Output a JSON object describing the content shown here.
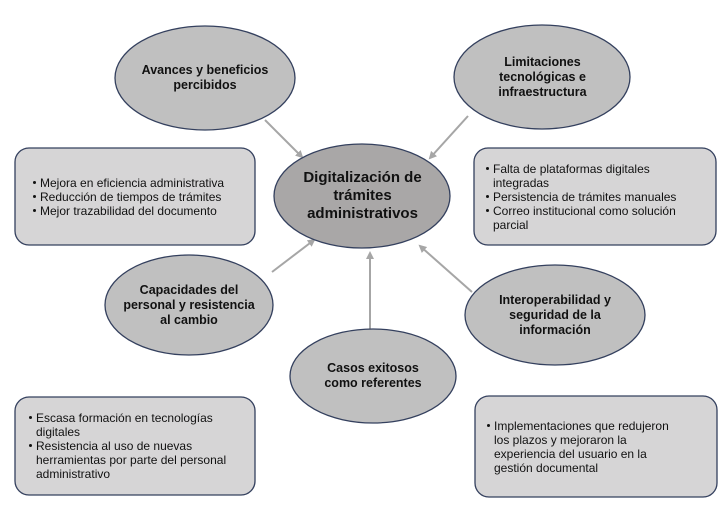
{
  "colors": {
    "ellipse_fill": "#c0c0c0",
    "center_fill": "#a9a7a7",
    "box_fill": "#d6d5d6",
    "border": "#34405e",
    "arrow": "#a6a6a6"
  },
  "center": {
    "label": "Digitalización de trámites administrativos"
  },
  "nodes": {
    "avances": {
      "label": "Avances y beneficios percibidos",
      "items": [
        "Mejora en eficiencia administrativa",
        "Reducción de tiempos de trámites",
        "Mejor trazabilidad del documento"
      ]
    },
    "limitaciones": {
      "label": "Limitaciones tecnológicas e infraestructura",
      "items": [
        "Falta de plataformas digitales integradas",
        "Persistencia de trámites manuales",
        "Correo institucional como solución parcial"
      ]
    },
    "capacidades": {
      "label": "Capacidades del personal y resistencia al cambio",
      "items": [
        "Escasa formación en tecnologías digitales",
        "Resistencia al uso de nuevas herramientas por parte del personal administrativo"
      ]
    },
    "casos": {
      "label": "Casos exitosos como referentes"
    },
    "interop": {
      "label": "Interoperabilidad y seguridad de la información",
      "items": [
        "Implementaciones que redujeron los plazos y mejoraron la experiencia del usuario en la gestión documental"
      ]
    }
  }
}
